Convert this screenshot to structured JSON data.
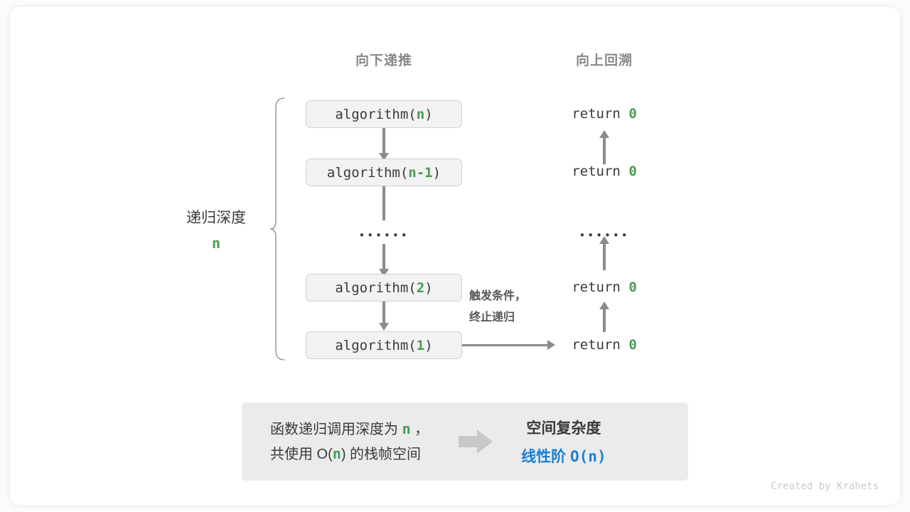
{
  "headers": {
    "left": "向下递推",
    "right": "向上回溯"
  },
  "depth": {
    "title": "递归深度",
    "value": "n"
  },
  "calls": [
    {
      "prefix": "algorithm(",
      "arg": "n",
      "suffix": ")"
    },
    {
      "prefix": "algorithm(",
      "arg": "n-1",
      "suffix": ")"
    },
    {
      "ellipsis": "••••••"
    },
    {
      "prefix": "algorithm(",
      "arg": "2",
      "suffix": ")"
    },
    {
      "prefix": "algorithm(",
      "arg": "1",
      "suffix": ")"
    }
  ],
  "returns": [
    {
      "text": "return ",
      "value": "0"
    },
    {
      "text": "return ",
      "value": "0"
    },
    {
      "ellipsis": "••••••"
    },
    {
      "text": "return ",
      "value": "0"
    },
    {
      "text": "return ",
      "value": "0"
    }
  ],
  "note": {
    "line1": "触发条件，",
    "line2": "终止递归"
  },
  "panel": {
    "left_line1_a": "函数递归调用深度为 ",
    "left_line1_n": "n",
    "left_line1_b": " ，",
    "left_line2_a": "共使用 O(",
    "left_line2_n": "n",
    "left_line2_b": ") 的栈帧空间",
    "right_line1": "空间复杂度",
    "right_line2_a": "线性阶 ",
    "right_line2_b": "O(n)"
  },
  "footer": "Created by Krahets",
  "colors": {
    "green": "#4a9a52",
    "blue": "#1a80d0",
    "gray_text": "#3a3a3a",
    "arrow": "#8b8b8b",
    "panel_bg": "#ebebeb",
    "box_bg": "#f2f2f2",
    "box_border": "#cfcfcf"
  }
}
